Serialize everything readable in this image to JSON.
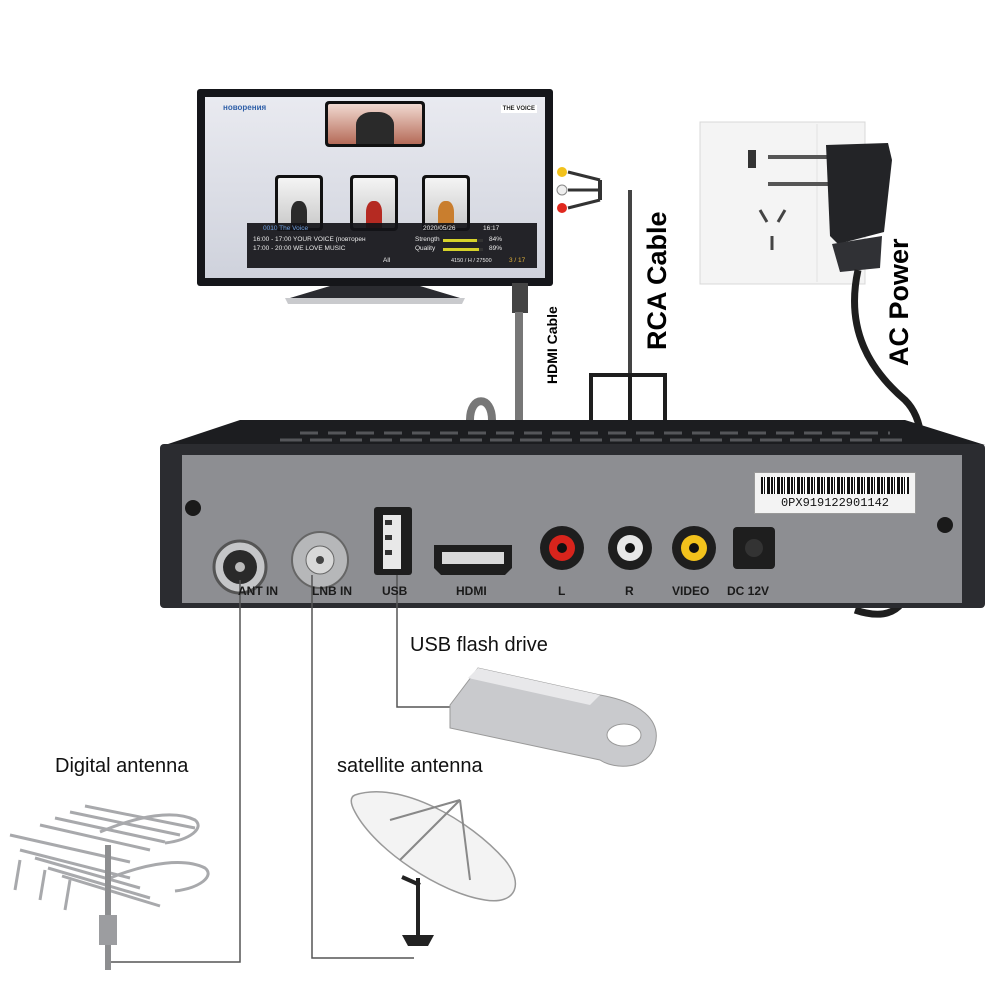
{
  "labels": {
    "rca_cable": "RCA Cable",
    "hdmi_cable": "HDMI Cable",
    "ac_power": "AC Power",
    "usb_flash_drive": "USB flash drive",
    "digital_antenna": "Digital antenna",
    "satellite_antenna": "satellite antenna"
  },
  "ports": {
    "ant_in": "ANT IN",
    "lnb_in": "LNB IN",
    "usb": "USB",
    "hdmi": "HDMI",
    "left": "L",
    "right": "R",
    "video": "VIDEO",
    "dc": "DC 12V"
  },
  "serial_number": "0PX919122901142",
  "tv_screen": {
    "channel_logo": "новорения",
    "show_logo": "THE VOICE",
    "epg": {
      "channel": "0010  The Voice",
      "date": "2020/05/26",
      "time": "16:17",
      "program_1": "16:00 - 17:00  YOUR VOICE (повторен",
      "program_2": "17:00 - 20:00  WE LOVE MUSIC",
      "strength_label": "Strength",
      "strength_value": "84%",
      "strength_level": 0.84,
      "quality_label": "Quality",
      "quality_value": "89%",
      "quality_level": 0.89,
      "group": "All",
      "transponder": "4150 / H / 27500",
      "counter": "3 / 17"
    }
  },
  "colors": {
    "rca_yellow": "#f2c21c",
    "rca_white": "#f0f0f0",
    "rca_red": "#e0281e",
    "device_body": "#2b2c30",
    "device_panel": "#8d8e92",
    "wall_plate": "#f4f4f4",
    "cable": "#1e1e1e"
  }
}
